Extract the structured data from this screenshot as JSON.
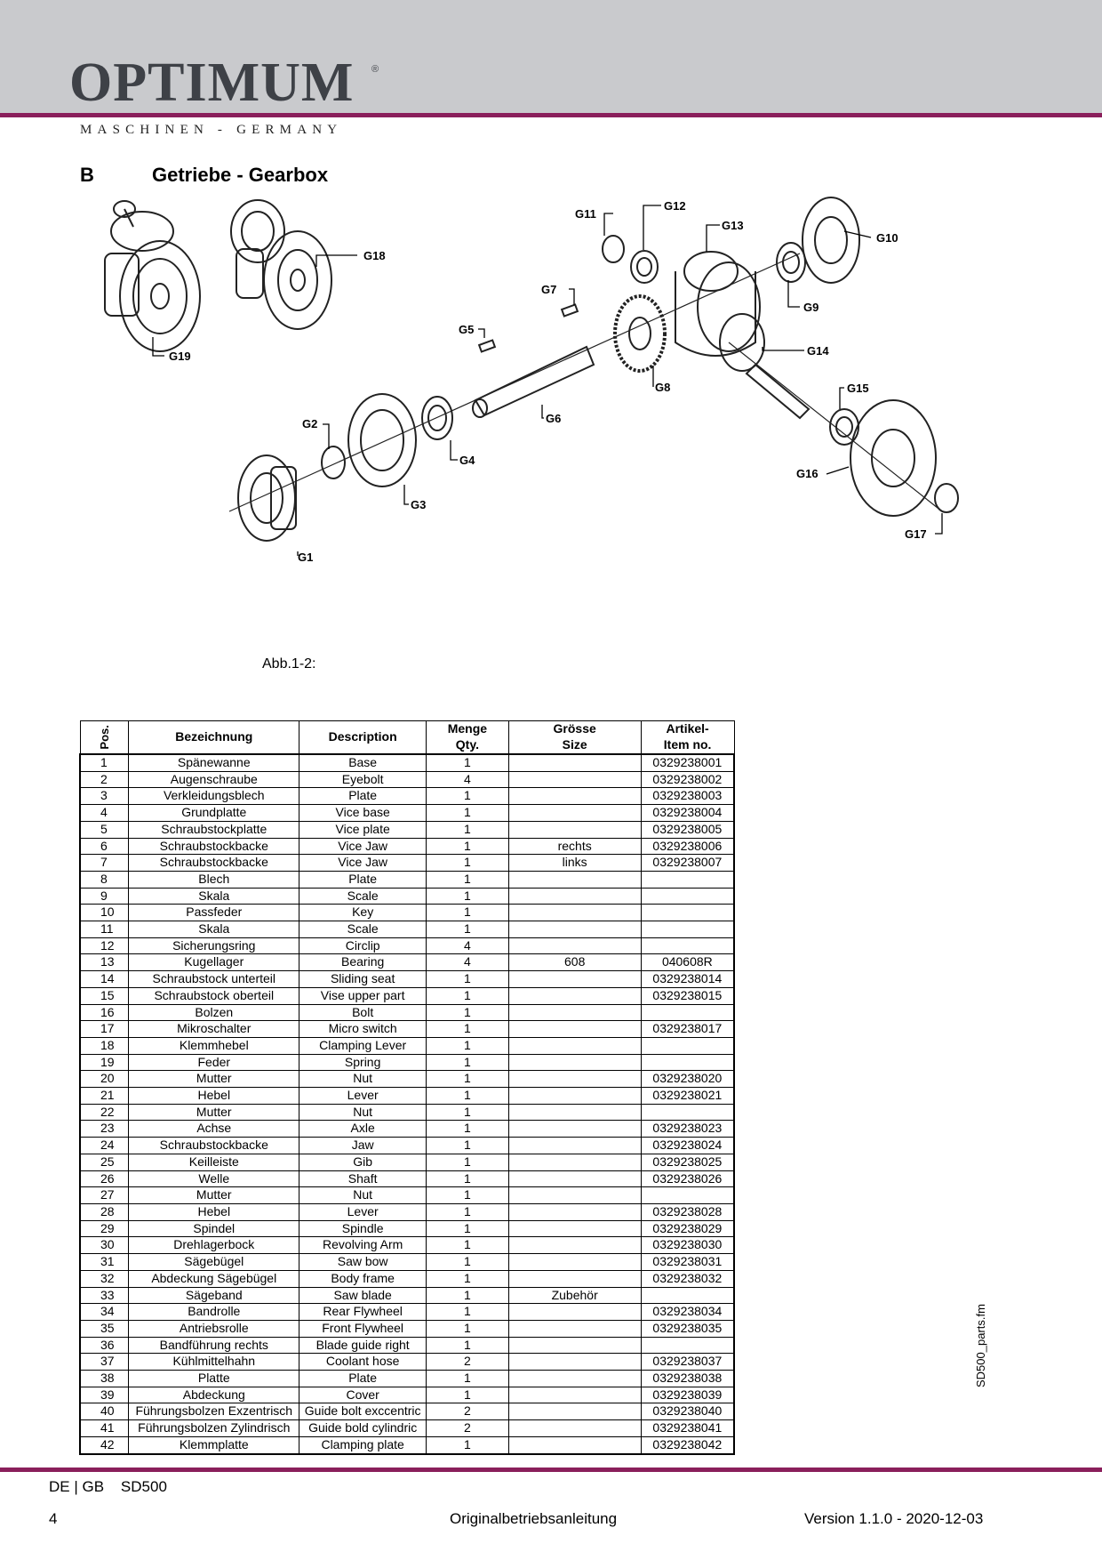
{
  "header": {
    "brand": "OPTIMUM",
    "registered": "®",
    "subtitle": "MASCHINEN - GERMANY"
  },
  "section": {
    "letter": "B",
    "title": "Getriebe - Gearbox"
  },
  "diagram": {
    "labels": [
      "G1",
      "G2",
      "G3",
      "G4",
      "G5",
      "G6",
      "G7",
      "G8",
      "G9",
      "G10",
      "G11",
      "G12",
      "G13",
      "G14",
      "G15",
      "G16",
      "G17",
      "G18",
      "G19"
    ],
    "caption": "Abb.1-2:"
  },
  "table": {
    "headers": {
      "pos": "Pos.",
      "bezeichnung": "Bezeichnung",
      "description": "Description",
      "menge": "Menge",
      "qty": "Qty.",
      "groesse": "Grösse",
      "size": "Size",
      "artikel": "Artikel-",
      "itemno": "Item no."
    },
    "rows": [
      [
        "1",
        "Spänewanne",
        "Base",
        "1",
        "",
        "0329238001"
      ],
      [
        "2",
        "Augenschraube",
        "Eyebolt",
        "4",
        "",
        "0329238002"
      ],
      [
        "3",
        "Verkleidungsblech",
        "Plate",
        "1",
        "",
        "0329238003"
      ],
      [
        "4",
        "Grundplatte",
        "Vice base",
        "1",
        "",
        "0329238004"
      ],
      [
        "5",
        "Schraubstockplatte",
        "Vice plate",
        "1",
        "",
        "0329238005"
      ],
      [
        "6",
        "Schraubstockbacke",
        "Vice Jaw",
        "1",
        "rechts",
        "0329238006"
      ],
      [
        "7",
        "Schraubstockbacke",
        "Vice Jaw",
        "1",
        "links",
        "0329238007"
      ],
      [
        "8",
        "Blech",
        "Plate",
        "1",
        "",
        ""
      ],
      [
        "9",
        "Skala",
        "Scale",
        "1",
        "",
        ""
      ],
      [
        "10",
        "Passfeder",
        "Key",
        "1",
        "",
        ""
      ],
      [
        "11",
        "Skala",
        "Scale",
        "1",
        "",
        ""
      ],
      [
        "12",
        "Sicherungsring",
        "Circlip",
        "4",
        "",
        ""
      ],
      [
        "13",
        "Kugellager",
        "Bearing",
        "4",
        "608",
        "040608R"
      ],
      [
        "14",
        "Schraubstock unterteil",
        "Sliding seat",
        "1",
        "",
        "0329238014"
      ],
      [
        "15",
        "Schraubstock oberteil",
        "Vise upper part",
        "1",
        "",
        "0329238015"
      ],
      [
        "16",
        "Bolzen",
        "Bolt",
        "1",
        "",
        ""
      ],
      [
        "17",
        "Mikroschalter",
        "Micro switch",
        "1",
        "",
        "0329238017"
      ],
      [
        "18",
        "Klemmhebel",
        "Clamping Lever",
        "1",
        "",
        ""
      ],
      [
        "19",
        "Feder",
        "Spring",
        "1",
        "",
        ""
      ],
      [
        "20",
        "Mutter",
        "Nut",
        "1",
        "",
        "0329238020"
      ],
      [
        "21",
        "Hebel",
        "Lever",
        "1",
        "",
        "0329238021"
      ],
      [
        "22",
        "Mutter",
        "Nut",
        "1",
        "",
        ""
      ],
      [
        "23",
        "Achse",
        "Axle",
        "1",
        "",
        "0329238023"
      ],
      [
        "24",
        "Schraubstockbacke",
        "Jaw",
        "1",
        "",
        "0329238024"
      ],
      [
        "25",
        "Keilleiste",
        "Gib",
        "1",
        "",
        "0329238025"
      ],
      [
        "26",
        "Welle",
        "Shaft",
        "1",
        "",
        "0329238026"
      ],
      [
        "27",
        "Mutter",
        "Nut",
        "1",
        "",
        ""
      ],
      [
        "28",
        "Hebel",
        "Lever",
        "1",
        "",
        "0329238028"
      ],
      [
        "29",
        "Spindel",
        "Spindle",
        "1",
        "",
        "0329238029"
      ],
      [
        "30",
        "Drehlagerbock",
        "Revolving Arm",
        "1",
        "",
        "0329238030"
      ],
      [
        "31",
        "Sägebügel",
        "Saw bow",
        "1",
        "",
        "0329238031"
      ],
      [
        "32",
        "Abdeckung Sägebügel",
        "Body frame",
        "1",
        "",
        "0329238032"
      ],
      [
        "33",
        "Sägeband",
        "Saw blade",
        "1",
        "Zubehör",
        ""
      ],
      [
        "34",
        "Bandrolle",
        "Rear Flywheel",
        "1",
        "",
        "0329238034"
      ],
      [
        "35",
        "Antriebsrolle",
        "Front Flywheel",
        "1",
        "",
        "0329238035"
      ],
      [
        "36",
        "Bandführung rechts",
        "Blade guide right",
        "1",
        "",
        ""
      ],
      [
        "37",
        "Kühlmittelhahn",
        "Coolant hose",
        "2",
        "",
        "0329238037"
      ],
      [
        "38",
        "Platte",
        "Plate",
        "1",
        "",
        "0329238038"
      ],
      [
        "39",
        "Abdeckung",
        "Cover",
        "1",
        "",
        "0329238039"
      ],
      [
        "40",
        "Führungsbolzen Exzentrisch",
        "Guide bolt exccentric",
        "2",
        "",
        "0329238040"
      ],
      [
        "41",
        "Führungsbolzen Zylindrisch",
        "Guide bold cylindric",
        "2",
        "",
        "0329238041"
      ],
      [
        "42",
        "Klemmplatte",
        "Clamping plate",
        "1",
        "",
        "0329238042"
      ]
    ]
  },
  "sidenote": "SD500_parts.fm",
  "footer": {
    "lang": "DE | GB    SD500",
    "page": "4",
    "center": "Originalbetriebsanleitung",
    "version": "Version 1.1.0 - 2020-12-03"
  }
}
